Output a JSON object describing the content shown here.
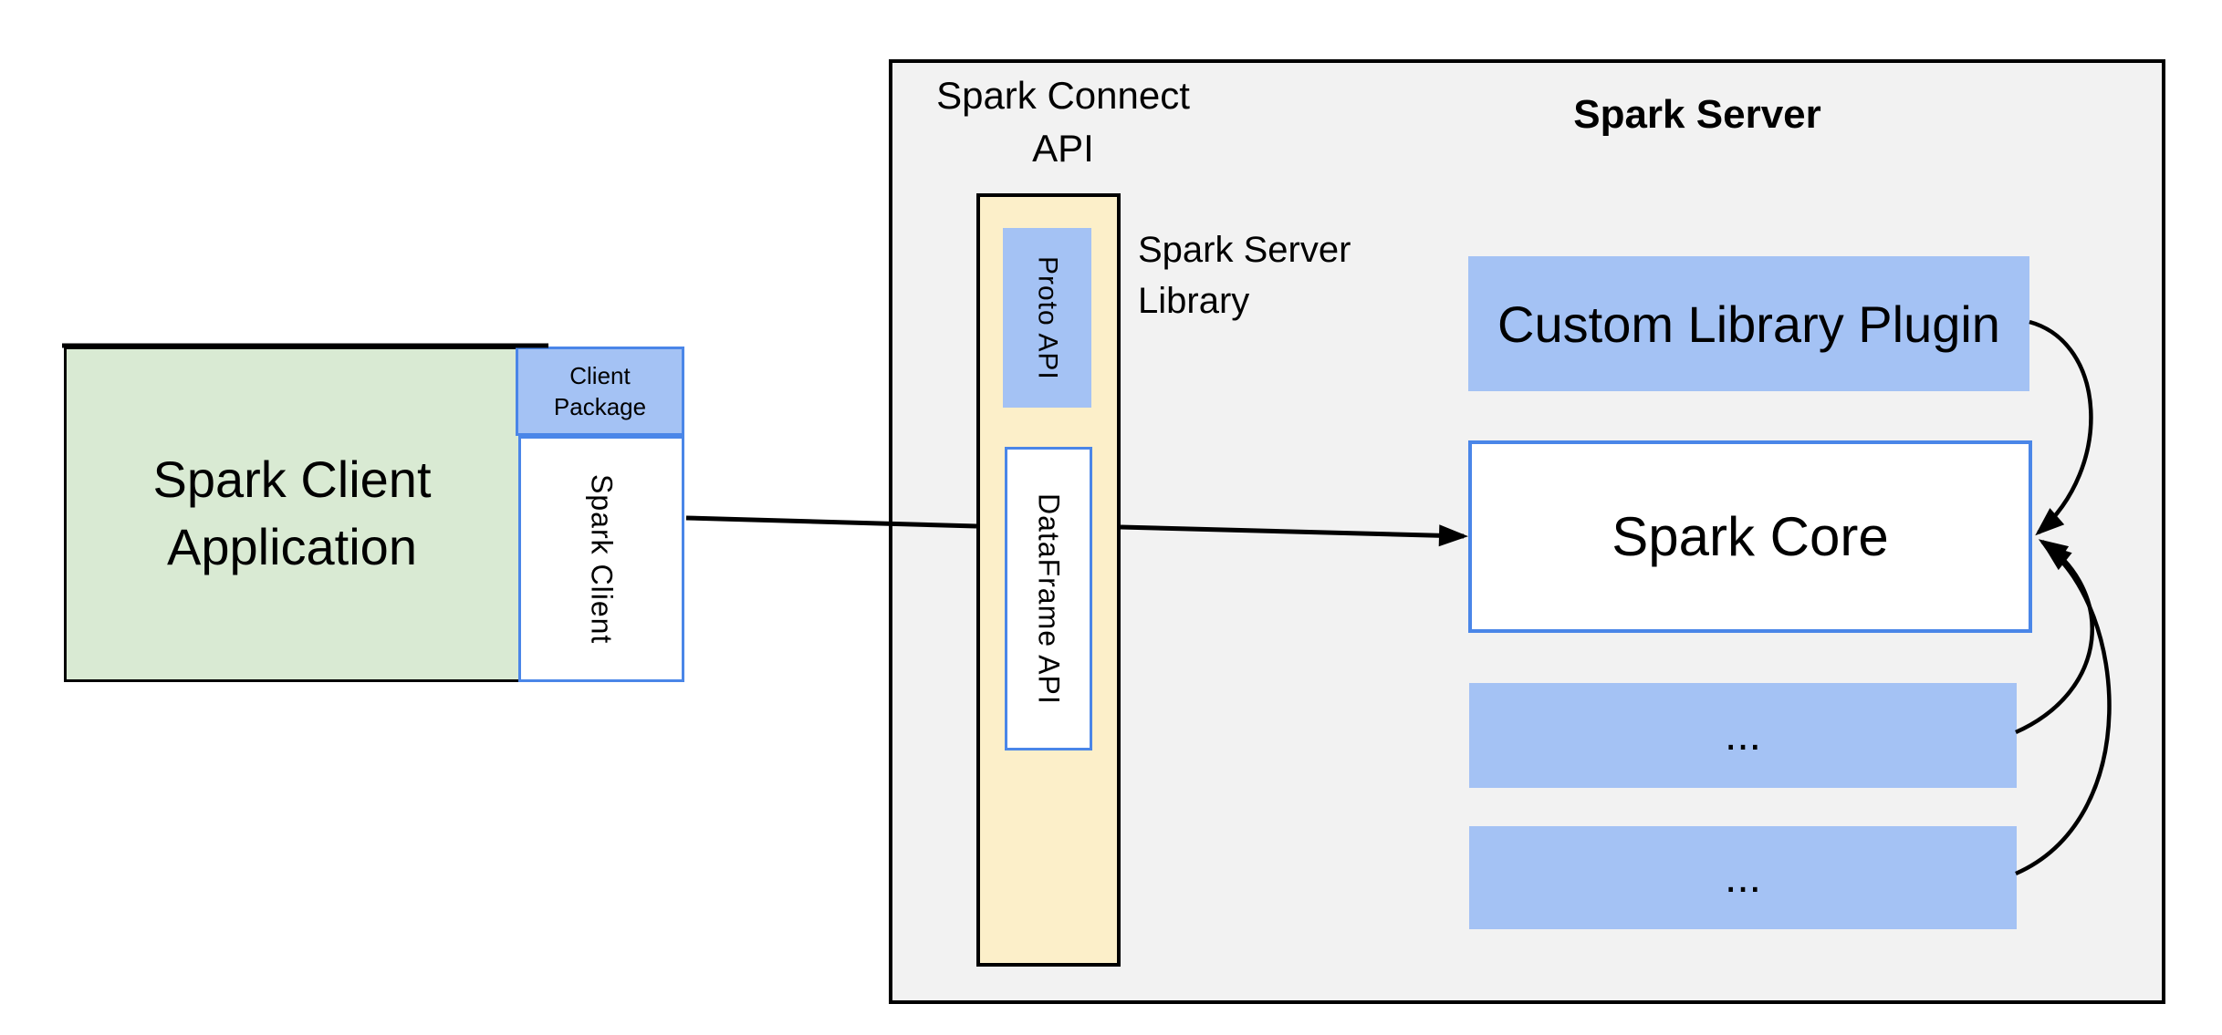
{
  "diagram": {
    "client_application": {
      "line1": "Spark Client",
      "line2": "Application"
    },
    "client_package": {
      "line1": "Client",
      "line2": "Package"
    },
    "spark_client_label": "Spark Client",
    "connect_api": {
      "line1": "Spark Connect",
      "line2": "API"
    },
    "proto_api_label": "Proto API",
    "dataframe_api_label": "DataFrame API",
    "server_library": {
      "line1": "Spark Server",
      "line2": "Library"
    },
    "server_title": "Spark Server",
    "plugin_label": "Custom Library Plugin",
    "core_label": "Spark Core",
    "ellipsis_row_1": "...",
    "ellipsis_row_2": "...",
    "colors": {
      "client_app_fill": "#d9ead3",
      "accent_blue_fill": "#a4c2f4",
      "accent_blue_border": "#4a86e8",
      "api_column_fill": "#fcefc9",
      "server_group_fill": "#f2f2f2",
      "line_color": "#000000"
    }
  }
}
